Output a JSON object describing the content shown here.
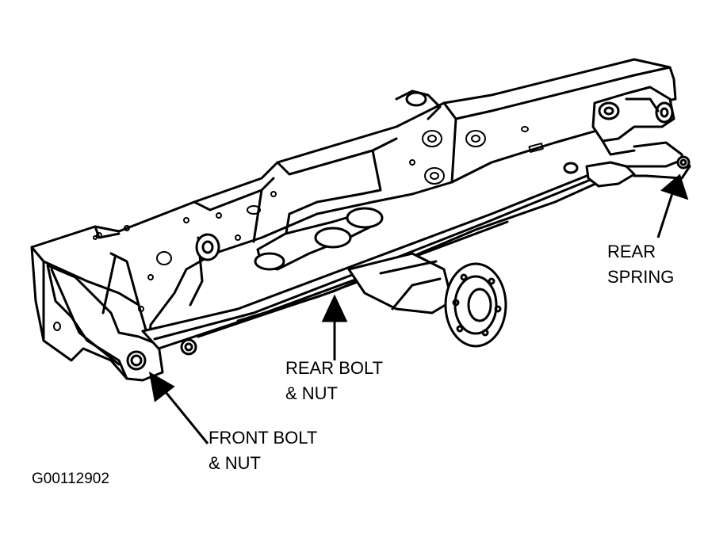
{
  "labels": {
    "rear_spring_line1": "REAR",
    "rear_spring_line2": "SPRING",
    "rear_bolt_line1": "REAR BOLT",
    "rear_bolt_line2": "& NUT",
    "front_bolt_line1": "FRONT BOLT",
    "front_bolt_line2": "& NUT"
  },
  "figure_id": "G00112902",
  "colors": {
    "ink": "#000000",
    "paper": "#ffffff"
  }
}
